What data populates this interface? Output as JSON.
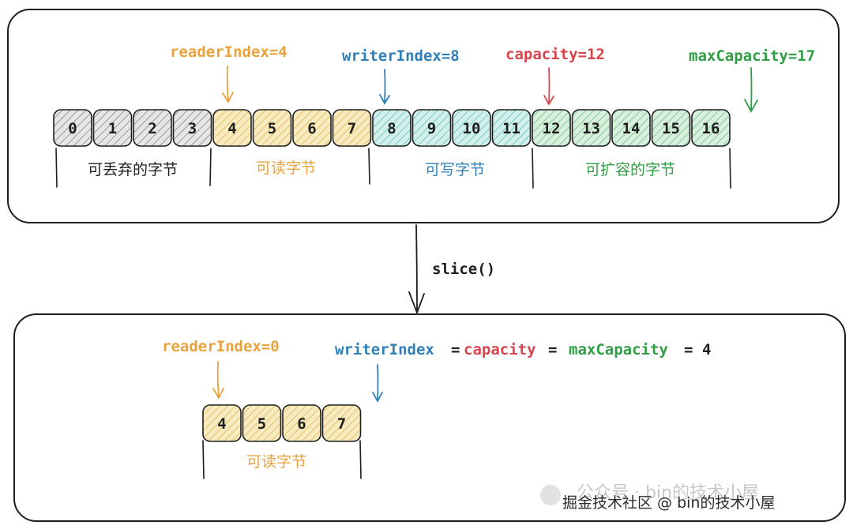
{
  "colors": {
    "black": "#1e1e1e",
    "gray": "#8a8a8a",
    "orange": "#e8a33d",
    "yellow_fill": "#f3dd9a",
    "blue": "#2f80b8",
    "teal_fill": "#a6dfd9",
    "red": "#d9434b",
    "green": "#2f9e44",
    "green_fill": "#b2dfbd",
    "gray_fill": "#cfcfcf"
  },
  "top": {
    "labels": {
      "reader": "readerIndex=4",
      "writer": "writerIndex=8",
      "capacity": "capacity=12",
      "max": "maxCapacity=17"
    },
    "cells": [
      "0",
      "1",
      "2",
      "3",
      "4",
      "5",
      "6",
      "7",
      "8",
      "9",
      "10",
      "11",
      "12",
      "13",
      "14",
      "15",
      "16"
    ],
    "segments": {
      "discard": "可丢弃的字节",
      "readable": "可读字节",
      "writable": "可写字节",
      "expandable": "可扩容的字节"
    }
  },
  "method": "slice()",
  "bottom": {
    "reader": "readerIndex=0",
    "writer": "writerIndex",
    "eq1": "=",
    "capacity": "capacity",
    "eq2": "=",
    "max": "maxCapacity",
    "eq3": "=",
    "value": "4",
    "cells": [
      "4",
      "5",
      "6",
      "7"
    ],
    "segment": "可读字节"
  },
  "watermark": {
    "back": "公众号 · bin的技术小屋",
    "front": "掘金技术社区 @ bin的技术小屋"
  }
}
